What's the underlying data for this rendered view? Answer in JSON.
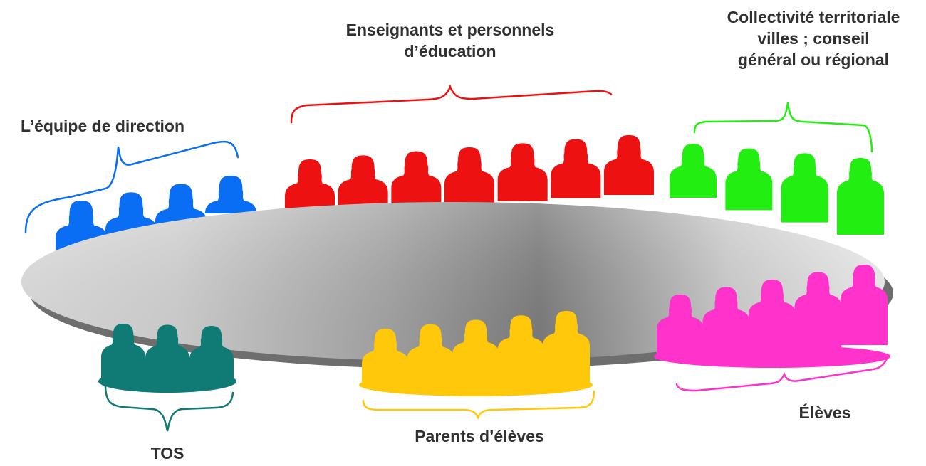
{
  "groups": [
    {
      "id": "direction",
      "label_lines": [
        "L’équipe de direction"
      ],
      "color": "#0a6ef5",
      "count": 4
    },
    {
      "id": "enseignants",
      "label_lines": [
        "Enseignants et personnels",
        "d’éducation"
      ],
      "color": "#ee1111",
      "count": 7
    },
    {
      "id": "collectivite",
      "label_lines": [
        "Collectivité territoriale",
        "villes ; conseil",
        "général ou régional"
      ],
      "color": "#22ee11",
      "count": 4
    },
    {
      "id": "tos",
      "label_lines": [
        "TOS"
      ],
      "color": "#107a74",
      "count": 3
    },
    {
      "id": "parents",
      "label_lines": [
        "Parents d’élèves"
      ],
      "color": "#ffc80a",
      "count": 5
    },
    {
      "id": "eleves",
      "label_lines": [
        "Élèves"
      ],
      "color": "#ff33cc",
      "count": 5
    }
  ],
  "table": {
    "shadow_color": "#6e6e6e"
  }
}
